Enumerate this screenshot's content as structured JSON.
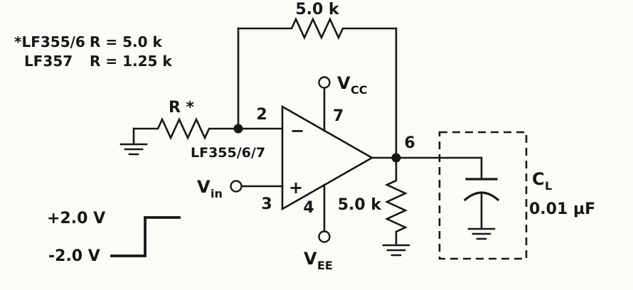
{
  "notes": {
    "model1": "*LF355/6",
    "value1": "R = 5.0 k",
    "model2": "LF357",
    "value2": "R = 1.25 k"
  },
  "opamp": {
    "part": "LF355/6/7",
    "inverting_sign": "−",
    "noninverting_sign": "+",
    "pin_inverting": "2",
    "pin_noninverting": "3",
    "pin_vcc": "7",
    "pin_vee": "4",
    "pin_output": "6"
  },
  "supplies": {
    "vcc_main": "V",
    "vcc_sub": "CC",
    "vee_main": "V",
    "vee_sub": "EE"
  },
  "input": {
    "vin_main": "V",
    "vin_sub": "in",
    "step_high_label": "+2.0 V",
    "step_low_label": "-2.0 V"
  },
  "resistors": {
    "feedback_value": "5.0 k",
    "input_label": "R *",
    "load_value": "5.0 k"
  },
  "load": {
    "cap_main": "C",
    "cap_sub": "L",
    "cap_value": "0.01 µF"
  }
}
